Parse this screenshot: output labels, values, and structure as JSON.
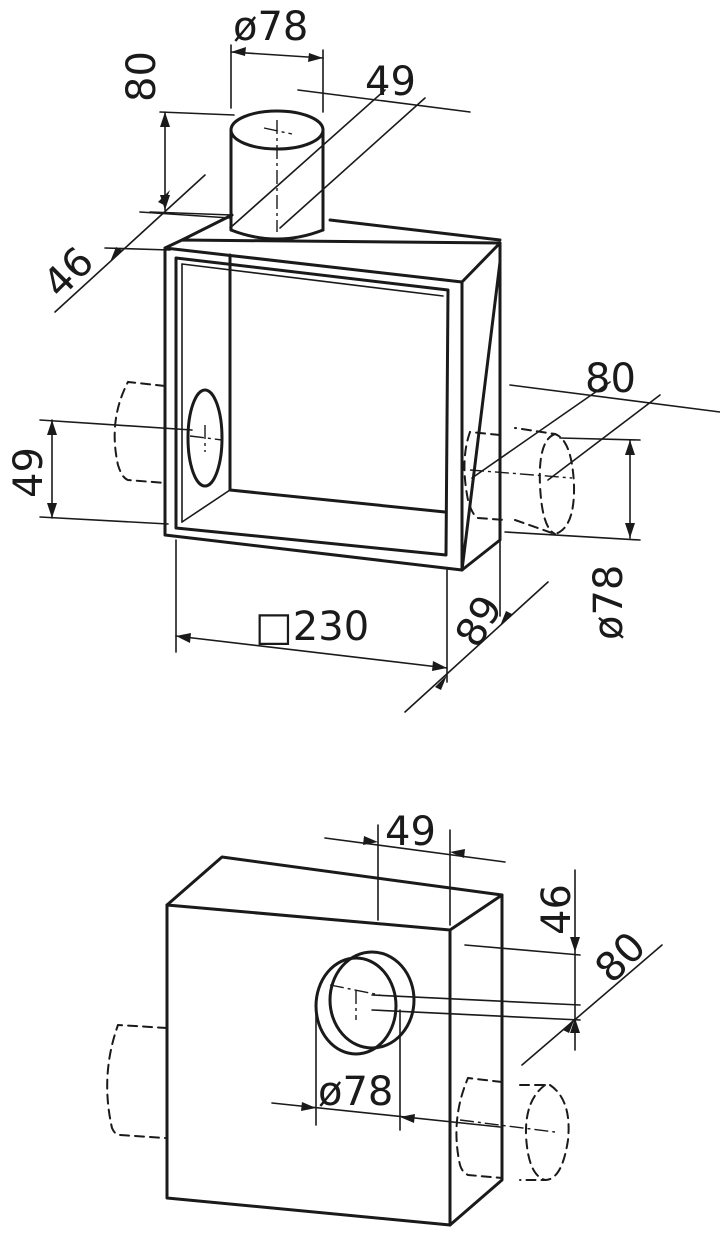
{
  "top_view": {
    "dims": {
      "pipe_top_dia": "ø78",
      "pipe_top_height": "80",
      "pipe_top_offset": "49",
      "pipe_top_depth": "46",
      "left_pipe_offset": "49",
      "right_pipe_length": "80",
      "right_pipe_dia": "ø78",
      "width": "□230",
      "depth": "89"
    }
  },
  "bottom_view": {
    "dims": {
      "pipe_offset": "49",
      "pipe_depth": "46",
      "pipe_length": "80",
      "pipe_dia": "ø78"
    }
  }
}
